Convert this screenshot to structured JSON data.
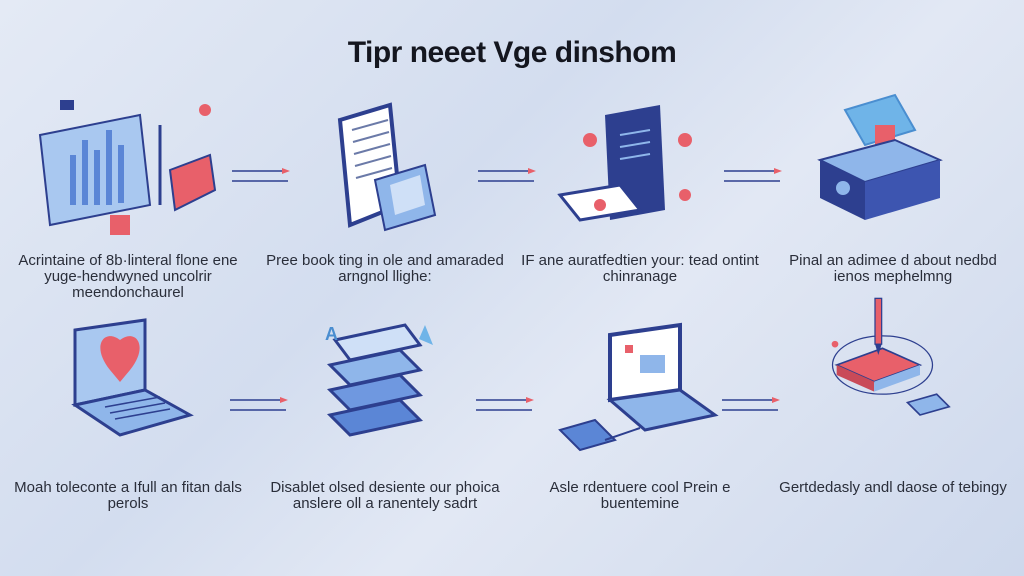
{
  "title": "Tipr neeet Vge dinshom",
  "steps": [
    {
      "caption": "Acrintaine of 8b·linteral flone ene yuge-hendwyned uncolrir meendonchaurel",
      "icon": "dashboard-chart-icon"
    },
    {
      "caption": "Pree book ting in ole and amaraded arngnol llighe:",
      "icon": "book-box-icon"
    },
    {
      "caption": "IF ane auratfedtien your: tead ontint chinranage",
      "icon": "tablet-phone-icon"
    },
    {
      "caption": "Pinal an adimee d about nedbd ienos mephelmng",
      "icon": "server-lock-icon"
    },
    {
      "caption": "Moah toleconte a Ifull an fitan dals perols",
      "icon": "laptop-heart-icon"
    },
    {
      "caption": "Disablet olsed desiente our phoica anslere oll a ranentely sadrt",
      "icon": "stacked-layers-icon"
    },
    {
      "caption": "Asle rdentuere cool Prein e buentemine",
      "icon": "laptop-device-icon"
    },
    {
      "caption": "Gertdedasly andl daose of tebingy",
      "icon": "pen-platform-icon"
    }
  ],
  "colors": {
    "navy": "#2d3f8f",
    "blue": "#8fb6ea",
    "red": "#e8606a"
  }
}
